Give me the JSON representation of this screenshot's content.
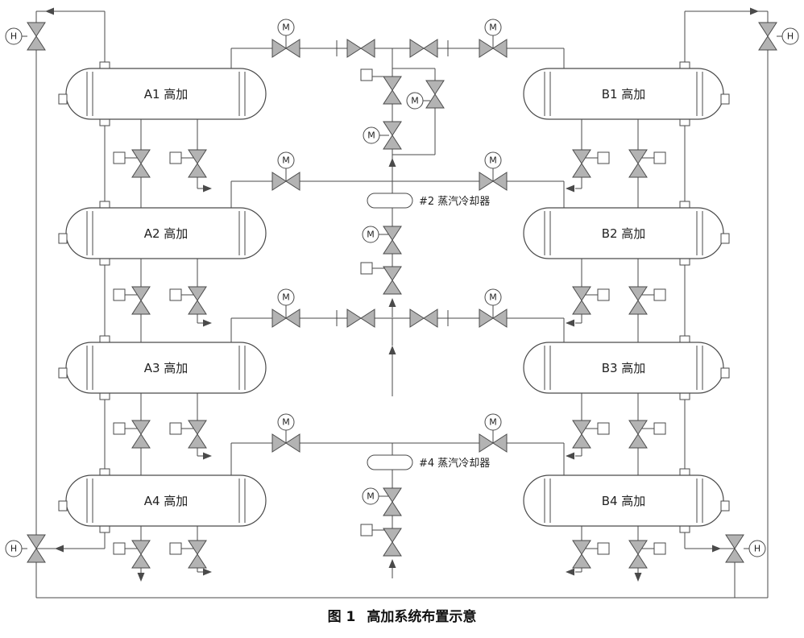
{
  "figure": {
    "caption_prefix": "图 1",
    "caption_title": "高加系统布置示意"
  },
  "labels": {
    "motor": "M",
    "hand": "H"
  },
  "vessels": [
    "A1 高加",
    "A2 高加",
    "A3 高加",
    "A4 高加",
    "B1 高加",
    "B2 高加",
    "B3 高加",
    "B4 高加"
  ],
  "coolers": [
    "#2 蒸汽冷却器",
    "#4 蒸汽冷却器"
  ],
  "colors": {
    "valve_fill": "#b3b3b3",
    "line": "#4a4a4a"
  }
}
